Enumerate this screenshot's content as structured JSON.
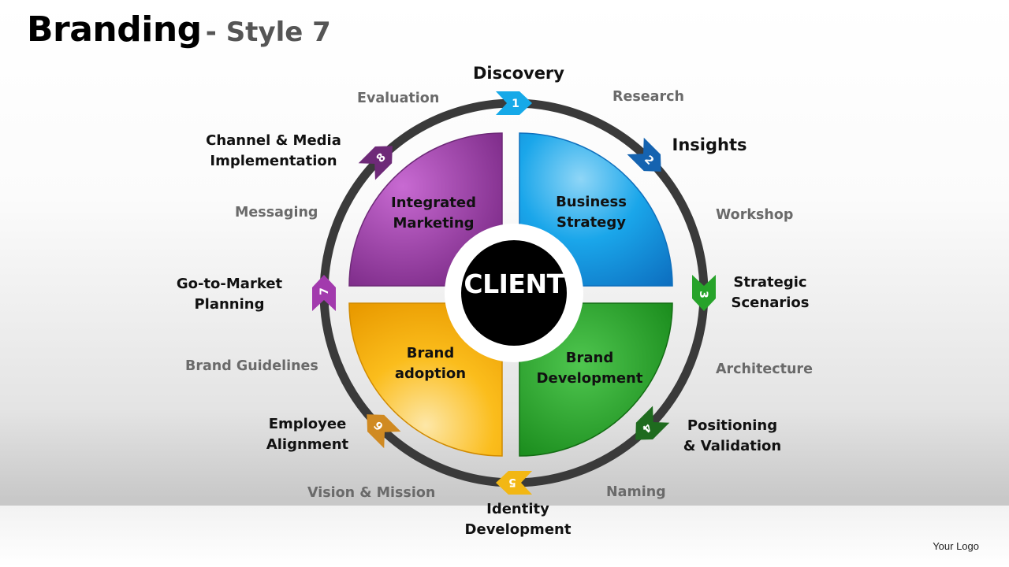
{
  "title": {
    "main": "Branding",
    "sub": "- Style 7"
  },
  "center": {
    "label": "CLIENT"
  },
  "segments": [
    {
      "line1": "Integrated",
      "line2": "Marketing",
      "color": "#8e3599"
    },
    {
      "line1": "Business",
      "line2": "Strategy",
      "color": "#1b9be0"
    },
    {
      "line1": "Brand",
      "line2": "Development",
      "color": "#1d9a1d"
    },
    {
      "line1": "Brand",
      "line2": "adoption",
      "color": "#f6b20f"
    }
  ],
  "steps": [
    {
      "number": "1",
      "line1": "Discovery",
      "line2": "",
      "color": "#16a9e8"
    },
    {
      "number": "2",
      "line1": "Insights",
      "line2": "",
      "color": "#1563b0"
    },
    {
      "number": "3",
      "line1": "Strategic",
      "line2": "Scenarios",
      "color": "#27a32a"
    },
    {
      "number": "4",
      "line1": "Positioning",
      "line2": "& Validation",
      "color": "#1e6b1e"
    },
    {
      "number": "5",
      "line1": "Identity",
      "line2": "Development",
      "color": "#f2b714"
    },
    {
      "number": "6",
      "line1": "Employee",
      "line2": "Alignment",
      "color": "#d08a22"
    },
    {
      "number": "7",
      "line1": "Go-to-Market",
      "line2": "Planning",
      "color": "#a23aad"
    },
    {
      "number": "8",
      "line1": "Channel  & Media",
      "line2": "Implementation",
      "color": "#6e2a78"
    }
  ],
  "substeps": [
    "Research",
    "Workshop",
    "Architecture",
    "Naming",
    "Vision & Mission",
    "Brand Guidelines",
    "Messaging",
    "Evaluation"
  ],
  "footer": {
    "logo": "Your Logo"
  }
}
